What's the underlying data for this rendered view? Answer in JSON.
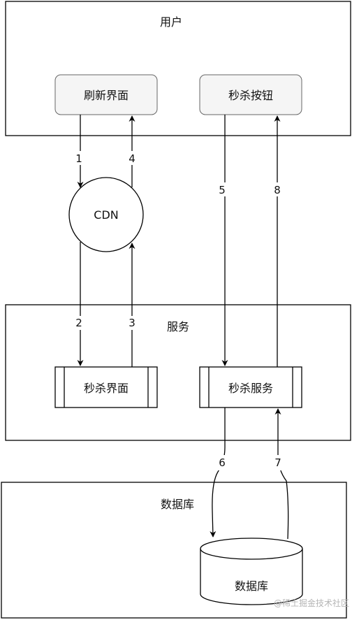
{
  "regions": {
    "user": "用户",
    "service": "服务",
    "database": "数据库"
  },
  "nodes": {
    "refresh_page": "刷新界面",
    "seckill_button": "秒杀按钮",
    "cdn": "CDN",
    "seckill_page": "秒杀界面",
    "seckill_service": "秒杀服务",
    "database": "数据库"
  },
  "edges": {
    "e1": "1",
    "e2": "2",
    "e3": "3",
    "e4": "4",
    "e5": "5",
    "e6": "6",
    "e7": "7",
    "e8": "8"
  },
  "watermark": "@稀土掘金技术社区",
  "colors": {
    "line": "#000000",
    "box_fill": "#f5f5f5",
    "box_stroke": "#666666"
  }
}
